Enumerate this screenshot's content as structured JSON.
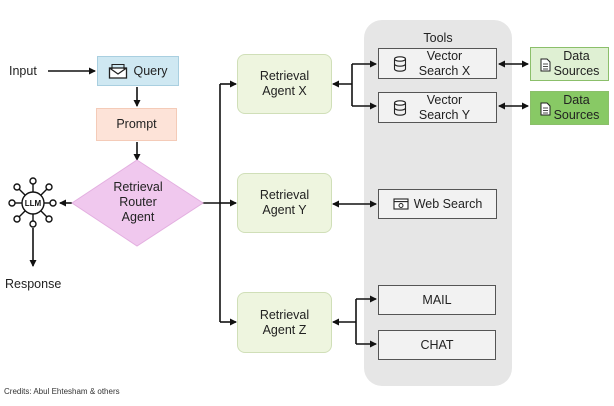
{
  "input_label": "Input",
  "query_label": "Query",
  "prompt_label": "Prompt",
  "router_label": [
    "Retrieval",
    "Router",
    "Agent"
  ],
  "llm_label": "LLM",
  "response_label": "Response",
  "agent_x": [
    "Retrieval",
    "Agent X"
  ],
  "agent_y": [
    "Retrieval",
    "Agent Y"
  ],
  "agent_z": [
    "Retrieval",
    "Agent Z"
  ],
  "tools_title": "Tools",
  "vector_search_x": [
    "Vector",
    "Search X"
  ],
  "vector_search_y": [
    "Vector",
    "Search Y"
  ],
  "web_search_label": "Web Search",
  "mail_label": "MAIL",
  "chat_label": "CHAT",
  "data_sources_1": [
    "Data",
    "Sources"
  ],
  "data_sources_2": [
    "Data",
    "Sources"
  ],
  "credits": "Credits: Abul Ehtesham & others",
  "colors": {
    "query_fill": "#cfe8f2",
    "prompt_fill": "#fde3d8",
    "router_fill": "#f0c8ee",
    "agent_fill": "#eef5df",
    "tools_panel": "#e6e6e6",
    "data_sources_light": "#dff0d3",
    "data_sources_dark": "#88c965"
  },
  "icons": [
    "envelope-icon",
    "database-icon",
    "document-icon",
    "browser-icon",
    "llm-network-icon"
  ]
}
